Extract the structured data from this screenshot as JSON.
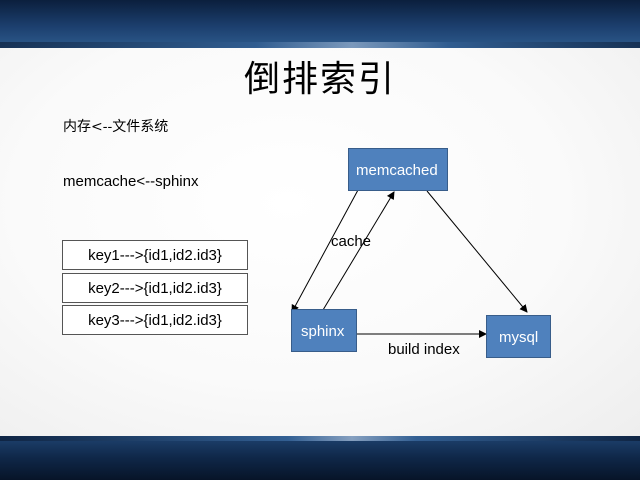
{
  "slide": {
    "title": "倒排索引",
    "text_line_1": "内存<--文件系统",
    "text_line_2": "memcache<--sphinx"
  },
  "index_entries": [
    "key1--->{id1,id2.id3}",
    "key2--->{id1,id2.id3}",
    "key3--->{id1,id2.id3}"
  ],
  "diagram": {
    "nodes": {
      "memcached": "memcached",
      "sphinx": "sphinx",
      "mysql": "mysql"
    },
    "edge_labels": {
      "cache": "cache",
      "build_index": "build index"
    }
  },
  "colors": {
    "node_fill": "#4f81bd",
    "node_border": "#385d8a",
    "header_band": "#1c3f6e"
  }
}
